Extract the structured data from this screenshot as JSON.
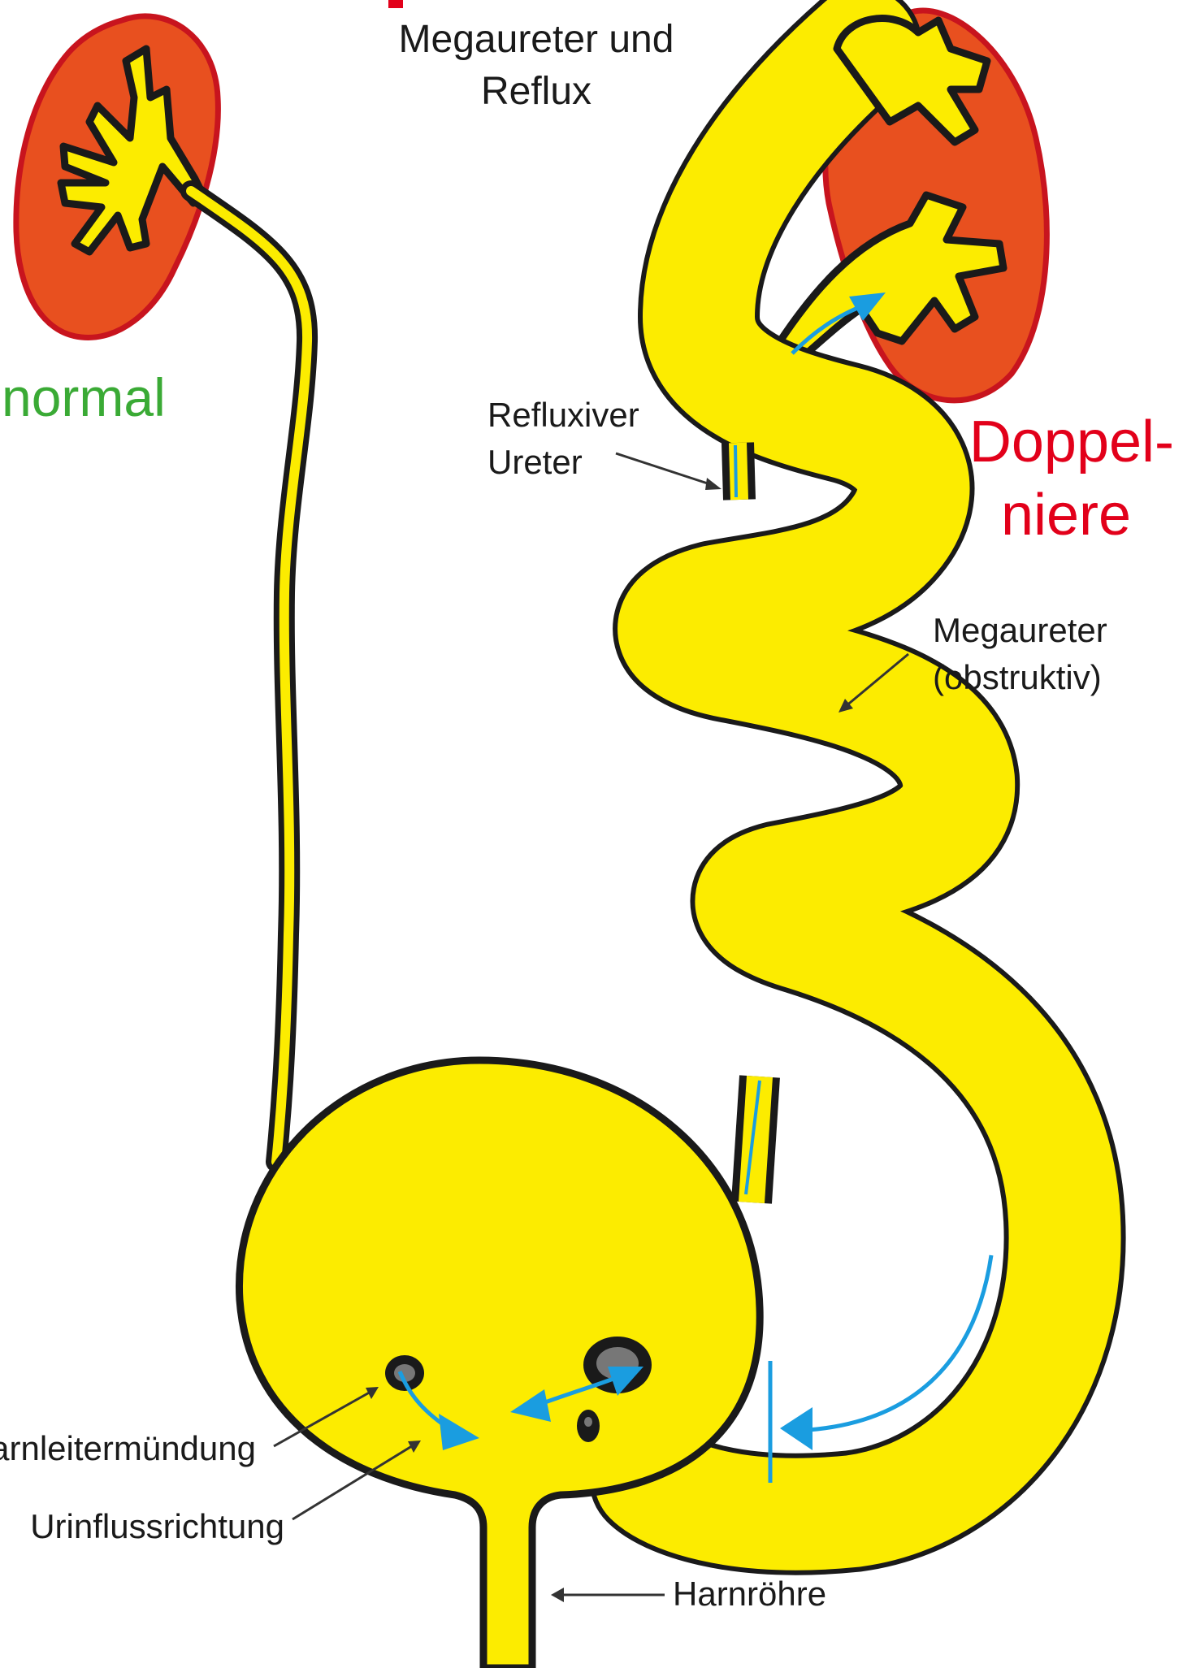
{
  "labels": {
    "title_partial": "Doppelniere mit",
    "title": "Megaureter und",
    "title_line2": "Reflux",
    "normal": "normal",
    "doppelniere_1": "Doppel-",
    "doppelniere_2": "niere",
    "reflux_ureter_1": "Refluxiver",
    "reflux_ureter_2": "Ureter",
    "megaureter_1": "Megaureter",
    "megaureter_2": "(obstruktiv)",
    "harnleitermuendung": "Harnleitermündung",
    "urinflussrichtung": "Urinflussrichtung",
    "harnroehre": "Harnröhre"
  },
  "colors": {
    "kidney_fill": "#e8501f",
    "kidney_stroke": "#c8141e",
    "urine_yellow": "#fcec00",
    "outline": "#1a1a1a",
    "flow_arrow": "#1a9de0",
    "label_green": "#3aaa35",
    "label_red": "#e2001a",
    "label_text": "#1a1a1a"
  }
}
